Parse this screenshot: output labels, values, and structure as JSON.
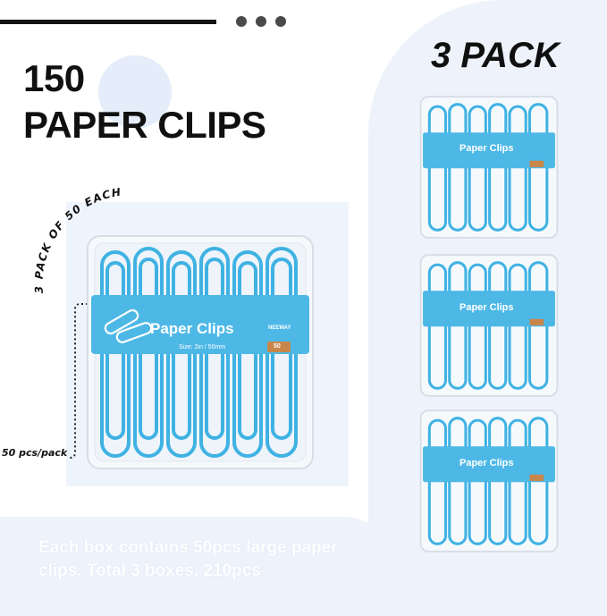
{
  "headline": {
    "line1": "150",
    "line2": "PAPER CLIPS"
  },
  "pack_badge": "3 PACK",
  "arc_label": "3 PACK OF 50 EACH",
  "pcs_label": "50 pcs/pack",
  "description": "Each box contains 50pcs large paper clips. Total 3 boxes, 210pcs",
  "product_label": {
    "name": "Paper Clips",
    "size": "Size: 2in / 50mm",
    "brand": "NEEWAY",
    "count": "50"
  },
  "colors": {
    "clip": "#3fb2e3",
    "label": "#4db8e6",
    "count_badge": "#c8864a",
    "text_dark": "#101010"
  }
}
